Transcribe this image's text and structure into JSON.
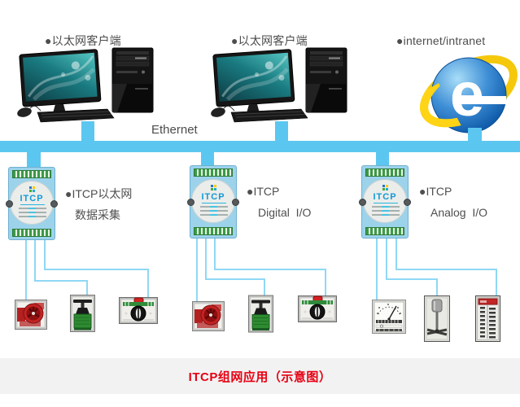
{
  "colors": {
    "bus_bar": "#5bc7f0",
    "thin_wire": "#8fd8f5",
    "device_body": "#9cd3eb",
    "device_badge": "#1199d5",
    "caption_text": "#e60012",
    "caption_bar": "#f2f2f2",
    "label_text": "#4d4d4d"
  },
  "header": {
    "client1_label": "●以太网客户端",
    "client2_label": "●以太网客户端",
    "internet_label": "●internet/intranet",
    "ie_logo_letter": "e"
  },
  "bus": {
    "label": "Ethernet"
  },
  "devices": [
    {
      "badge": "ITCP",
      "line1": "●ITCP以太网",
      "line2": "数据采集"
    },
    {
      "badge": "ITCP",
      "line1": "●ITCP",
      "line2": "Digital  I/O"
    },
    {
      "badge": "ITCP",
      "line1": "●ITCP",
      "line2": "Analog  I/O"
    }
  ],
  "equipment_groups": [
    {
      "items": [
        "fan-blower",
        "control-valve",
        "panel-meter"
      ]
    },
    {
      "items": [
        "fan-blower",
        "control-valve",
        "panel-meter"
      ]
    },
    {
      "items": [
        "analog-gauge",
        "mixer-agitator",
        "plc-module"
      ]
    }
  ],
  "footer": {
    "caption": "ITCP组网应用（示意图）"
  }
}
